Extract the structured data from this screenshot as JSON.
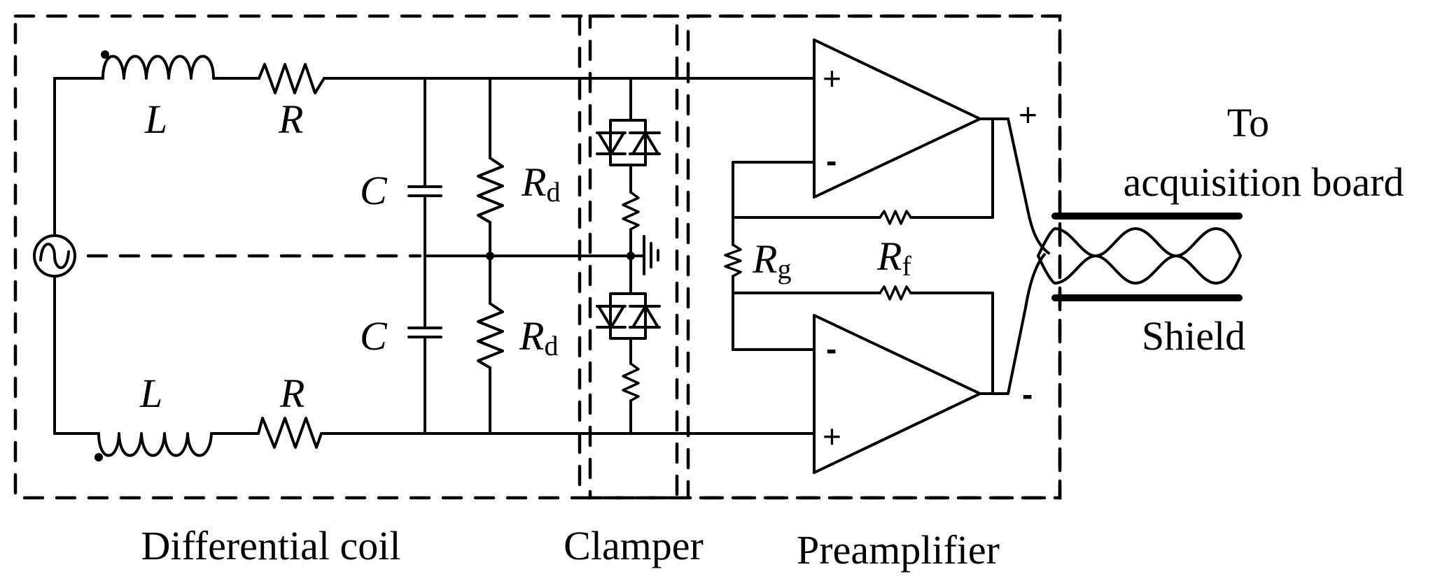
{
  "diagram": {
    "sections": {
      "coil": "Differential coil",
      "clamper": "Clamper",
      "preamp": "Preamplifier"
    },
    "components": {
      "inductor_top": "L",
      "inductor_bottom": "L",
      "resistor_top": "R",
      "resistor_bottom": "R",
      "capacitor_top": "C",
      "capacitor_bottom": "C",
      "damping_top": {
        "main": "R",
        "sub": "d"
      },
      "damping_bottom": {
        "main": "R",
        "sub": "d"
      },
      "gain_resistor": {
        "main": "R",
        "sub": "g"
      },
      "feedback_resistor": {
        "main": "R",
        "sub": "f"
      }
    },
    "opamp_top": {
      "plus": "+",
      "minus": "-"
    },
    "opamp_bottom": {
      "plus": "+",
      "minus": "-"
    },
    "output": {
      "plus": "+",
      "minus": "-"
    },
    "cable": {
      "destination_line1": "To",
      "destination_line2": "acquisition board",
      "shield": "Shield"
    }
  }
}
